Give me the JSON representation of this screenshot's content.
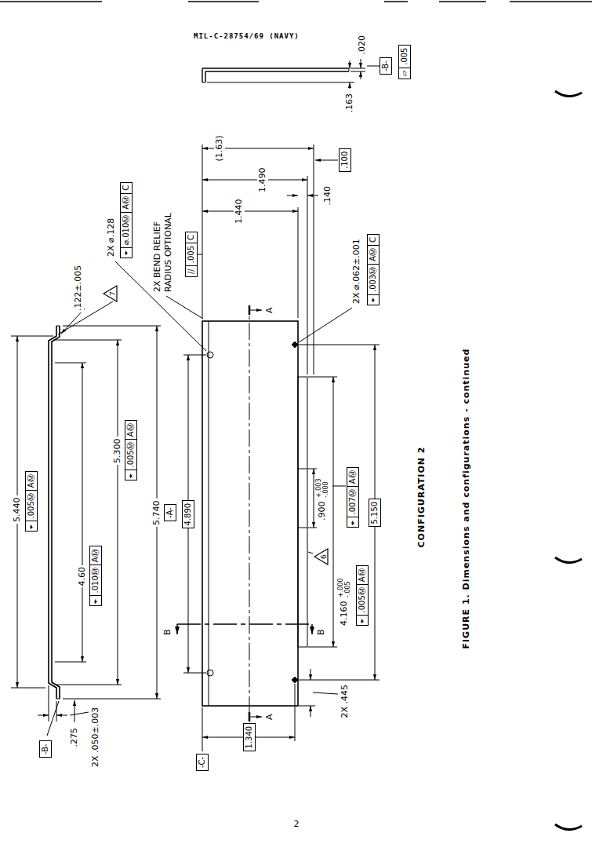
{
  "diagram": {
    "title": "CONFIGURATION 2",
    "caption": "FIGURE 1. Dimensions and configurations - continued",
    "nodes": [
      {
        "text": [
          "⌖",
          ".005Ⓜ",
          "AⓂ"
        ]
      },
      {
        "text": [
          "⌖",
          ".010Ⓜ",
          "AⓂ"
        ]
      },
      {
        "text": [
          "⌖",
          ".005Ⓜ",
          "AⓂ"
        ]
      },
      {
        "text": [
          "-A-"
        ]
      },
      {
        "text": [
          "-B-"
        ]
      },
      {
        "text": [
          "4.890"
        ]
      },
      {
        "text": [
          "1.340"
        ]
      },
      {
        "text": [
          "-C-"
        ]
      },
      {
        "text": [
          "5.150"
        ]
      },
      {
        "text": [
          "⌖",
          ".005Ⓜ",
          "AⓂ"
        ]
      },
      {
        "text": [
          "⌖",
          ".007Ⓜ",
          "AⓂ"
        ]
      },
      {
        "text": [
          "6"
        ]
      },
      {
        "text": [
          "7"
        ]
      },
      {
        "text": [
          "⌖",
          "⌀.010Ⓜ",
          "AⓂ",
          "C"
        ]
      },
      {
        "text": [
          "//",
          ".005",
          "C"
        ]
      },
      {
        "text": [
          ".100"
        ]
      },
      {
        "text": [
          "⌖",
          ".003Ⓜ",
          "AⓂ",
          "C"
        ]
      },
      {
        "text": [
          "-B-"
        ]
      },
      {
        "text": [
          "▱",
          ".005"
        ]
      }
    ],
    "labels": [
      "MIL-C-28754/69 (NAVY)",
      "5.440",
      ".122±.005",
      "4.60",
      "5.300",
      "5.740",
      ".275",
      "2X .050±.003",
      "4.160",
      "+.000 -.005",
      ".900",
      "+.003 -.000",
      "2X .445",
      "A",
      "A",
      "B",
      "B",
      "1.440",
      "1.490",
      "(1.63)",
      ".140",
      "2X ⌀.062±.001",
      "2X ⌀.128",
      "2X BEND RELIEF RADIUS OPTIONAL",
      ".163",
      ".020",
      "2"
    ]
  }
}
